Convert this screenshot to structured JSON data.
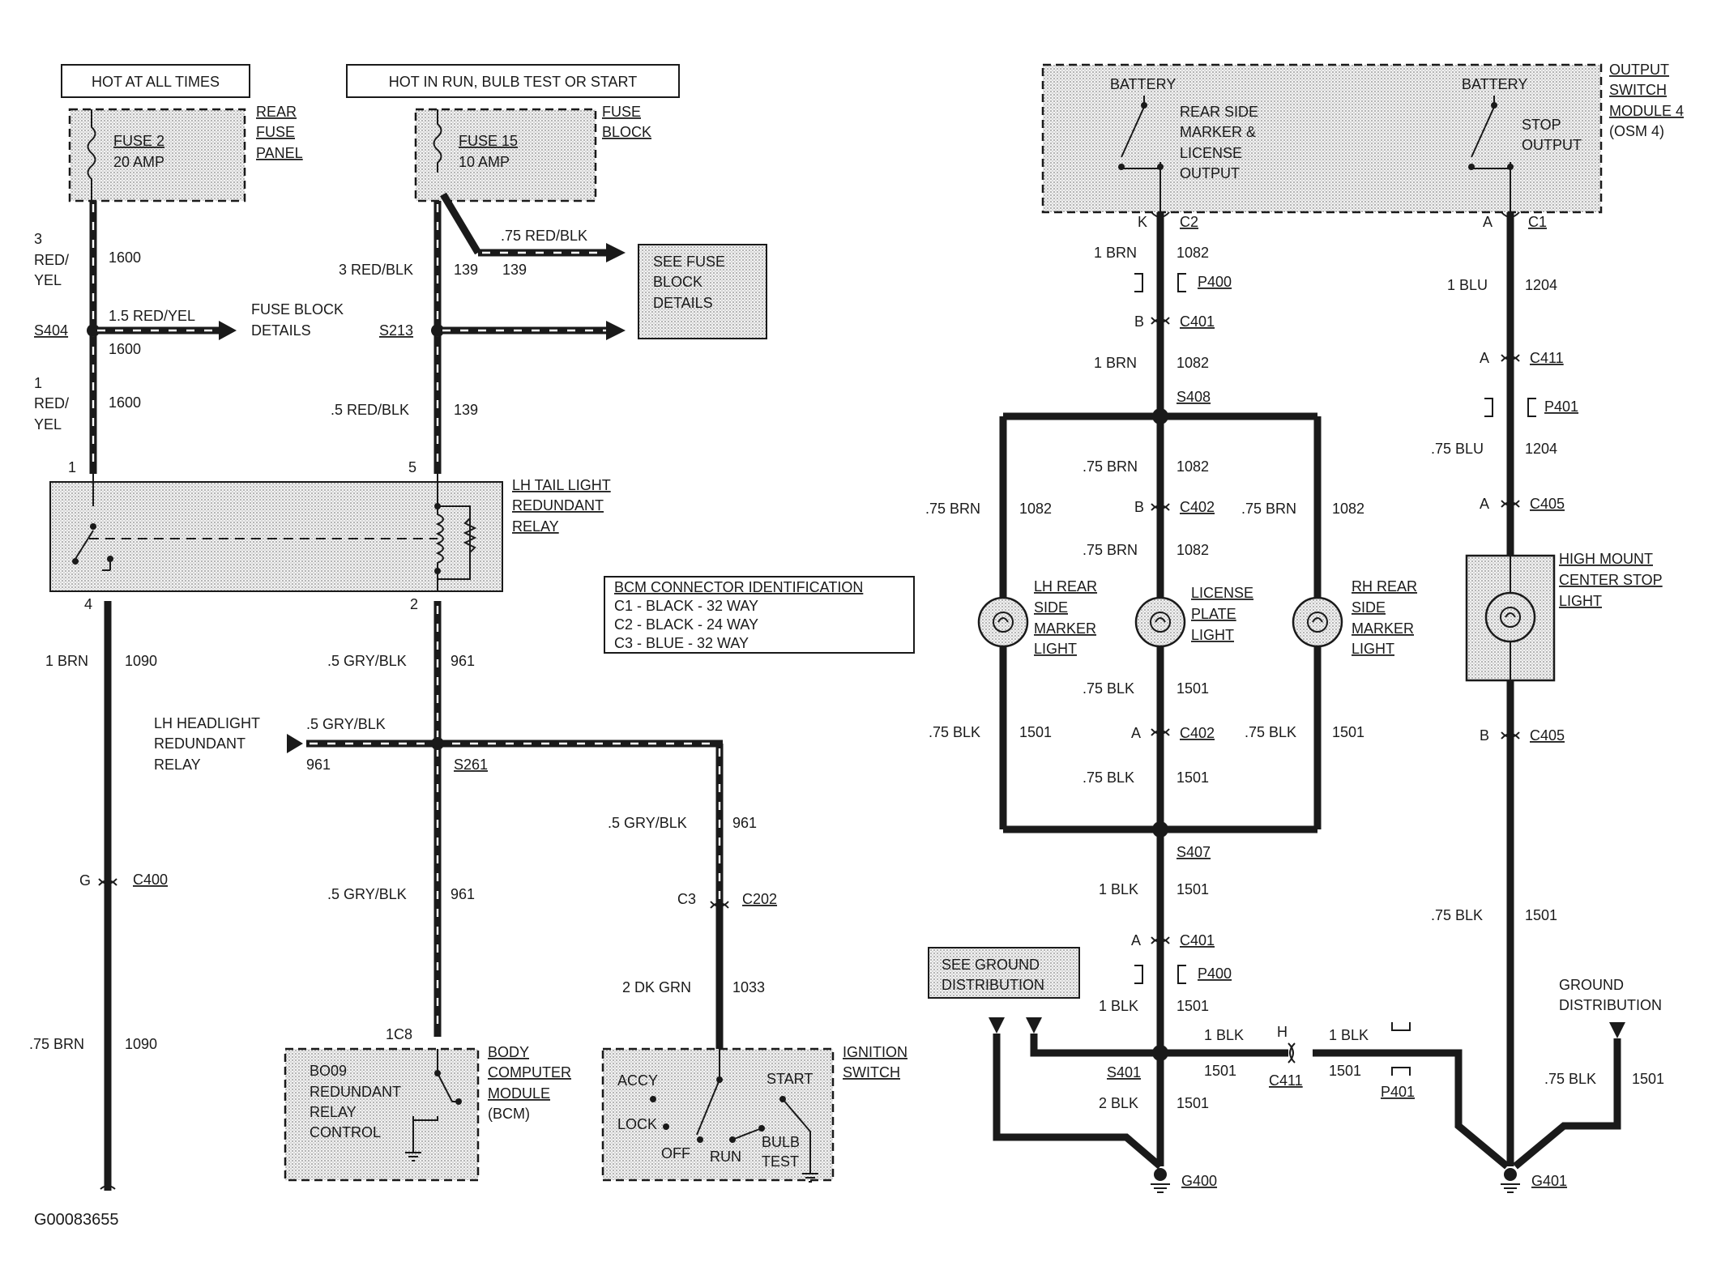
{
  "diagram_id": "G00083655",
  "left": {
    "hot_all_times": "HOT AT ALL TIMES",
    "hot_run": "HOT IN RUN, BULB TEST OR START",
    "rear_fuse_panel": [
      "REAR",
      "FUSE",
      "PANEL"
    ],
    "fuse2": [
      "FUSE 2",
      "20 AMP"
    ],
    "fuse_block": [
      "FUSE",
      "BLOCK"
    ],
    "fuse15": [
      "FUSE 15",
      "10 AMP"
    ],
    "w_3redyel": [
      "3",
      "RED/",
      "YEL"
    ],
    "c1600": "1600",
    "s404": "S404",
    "w_15redyel": "1.5 RED/YEL",
    "fuse_block_details": [
      "FUSE BLOCK",
      "DETAILS"
    ],
    "w_1redyel": [
      "1",
      "RED/",
      "YEL"
    ],
    "w_3redblk": "3 RED/BLK",
    "c139": "139",
    "w_75redblk": ".75 RED/BLK",
    "see_fuse_block_details": [
      "SEE FUSE",
      "BLOCK",
      "DETAILS"
    ],
    "s213": "S213",
    "w_5redblk": ".5 RED/BLK",
    "pin1": "1",
    "pin5": "5",
    "relay_label": [
      "LH TAIL LIGHT",
      "REDUNDANT",
      "RELAY"
    ],
    "pin4": "4",
    "pin2": "2",
    "bcm_conn_title": "BCM CONNECTOR IDENTIFICATION",
    "bcm_conn": [
      "C1 - BLACK - 32 WAY",
      "C2 - BLACK - 24 WAY",
      "C3 - BLUE - 32 WAY"
    ],
    "w_1brn": "1 BRN",
    "c1090": "1090",
    "w_5gryblk": ".5 GRY/BLK",
    "c961": "961",
    "lh_headlight": [
      "LH HEADLIGHT",
      "REDUNDANT",
      "RELAY"
    ],
    "s261": "S261",
    "pin_g": "G",
    "c400": "C400",
    "pin_c3": "C3",
    "c202": "C202",
    "w_2dkgrn": "2 DK GRN",
    "c1033": "1033",
    "w_75brn": ".75 BRN",
    "pin_1c8": "1C8",
    "bcm_box": [
      "BO09",
      "REDUNDANT",
      "RELAY",
      "CONTROL"
    ],
    "bcm_label": [
      "BODY",
      "COMPUTER",
      "MODULE",
      "(BCM)"
    ],
    "ign_switch_label": [
      "IGNITION",
      "SWITCH"
    ],
    "ign_positions": [
      "ACCY",
      "LOCK",
      "OFF",
      "RUN",
      "START",
      "BULB",
      "TEST"
    ]
  },
  "right": {
    "battery": "BATTERY",
    "osm_out1": [
      "REAR SIDE",
      "MARKER &",
      "LICENSE",
      "OUTPUT"
    ],
    "osm_out2": [
      "STOP",
      "OUTPUT"
    ],
    "osm_label": [
      "OUTPUT",
      "SWITCH",
      "MODULE 4",
      "(OSM 4)"
    ],
    "pin_k": "K",
    "pin_a": "A",
    "pin_b": "B",
    "pin_h": "H",
    "c2": "C2",
    "c1": "C1",
    "w_1brn": "1 BRN",
    "c1082": "1082",
    "p400": "P400",
    "c401": "C401",
    "w_1blu": "1 BLU",
    "c1204": "1204",
    "c411": "C411",
    "p401": "P401",
    "w_75blu": ".75 BLU",
    "s408": "S408",
    "w_75brn": ".75 BRN",
    "c402": "C402",
    "c405": "C405",
    "lh_marker": [
      "LH REAR",
      "SIDE",
      "MARKER",
      "LIGHT"
    ],
    "license_light": [
      "LICENSE",
      "PLATE",
      "LIGHT"
    ],
    "rh_marker": [
      "RH REAR",
      "SIDE",
      "MARKER",
      "LIGHT"
    ],
    "hmcsl": [
      "HIGH MOUNT",
      "CENTER STOP",
      "LIGHT"
    ],
    "w_75blk": ".75 BLK",
    "c1501": "1501",
    "s407": "S407",
    "w_1blk": "1 BLK",
    "see_ground": [
      "SEE GROUND",
      "DISTRIBUTION"
    ],
    "ground_dist": [
      "GROUND",
      "DISTRIBUTION"
    ],
    "s401": "S401",
    "w_2blk": "2 BLK",
    "g400": "G400",
    "g401": "G401"
  }
}
